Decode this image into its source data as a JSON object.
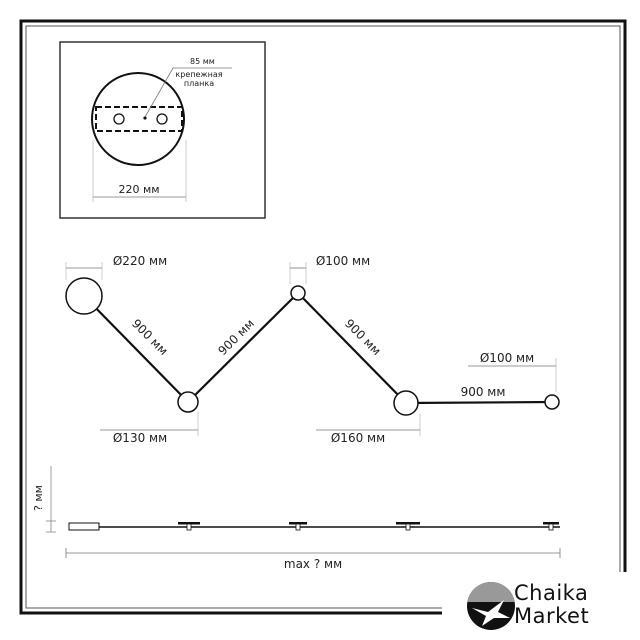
{
  "inset": {
    "bracket_size": "85 мм",
    "bracket_label_line1": "крепежная",
    "bracket_label_line2": "планка",
    "canopy_width": "220 мм"
  },
  "plan": {
    "dia_1": "Ø220 мм",
    "dia_2": "Ø130 мм",
    "dia_3": "Ø100 мм",
    "dia_4": "Ø160 мм",
    "dia_5": "Ø100 мм",
    "seg_1": "900 мм",
    "seg_2": "900 мм",
    "seg_3": "900 мм",
    "seg_4": "900 мм"
  },
  "profile": {
    "height": "? мм",
    "length": "max ? мм"
  },
  "logo": {
    "line1": "Chaika",
    "line2": "Market"
  },
  "colors": {
    "ink": "#222222",
    "dim": "#777777"
  }
}
